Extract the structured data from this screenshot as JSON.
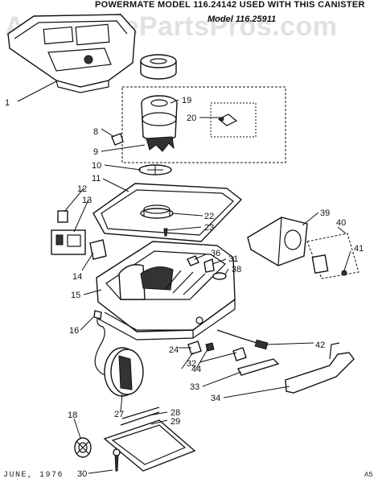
{
  "header": {
    "line1": "POWERMATE MODEL 116.24142 USED WITH THIS CANISTER",
    "line2": "Model 116.25911"
  },
  "watermark": "AppliancePartsPros.com",
  "footer": {
    "date": "JUNE, 1976",
    "code": "A5"
  },
  "callouts": [
    "1",
    "8",
    "9",
    "10",
    "11",
    "12",
    "13",
    "14",
    "15",
    "16",
    "18",
    "19",
    "20",
    "22",
    "23",
    "24",
    "27",
    "28",
    "29",
    "30",
    "31",
    "32",
    "33",
    "34",
    "36",
    "38",
    "39",
    "40",
    "41",
    "42",
    "44"
  ]
}
